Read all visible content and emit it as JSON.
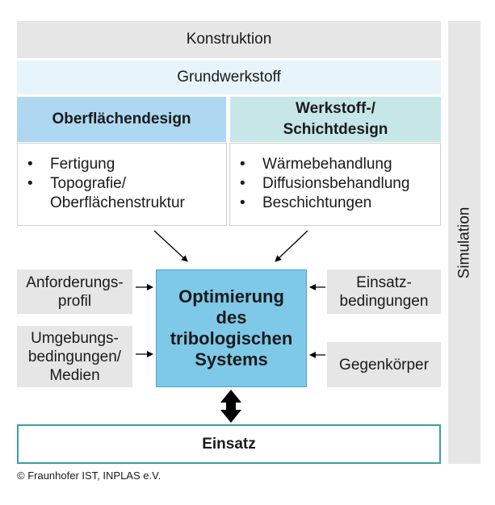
{
  "konstruktion": "Konstruktion",
  "grundwerkstoff": "Grundwerkstoff",
  "simulation": "Simulation",
  "oberflaechendesign": {
    "title": "Oberflächendesign",
    "items": [
      "Fertigung",
      "Topografie/",
      "Oberflächenstruktur"
    ]
  },
  "werkstoffdesign": {
    "title_line1": "Werkstoff-/",
    "title_line2": "Schichtdesign",
    "items": [
      "Wärmebehandlung",
      "Diffusionsbehandlung",
      "Beschichtungen"
    ]
  },
  "center": {
    "line1": "Optimierung",
    "line2": "des",
    "line3": "tribologischen",
    "line4": "Systems"
  },
  "anforderungsprofil": {
    "line1": "Anforderungs-",
    "line2": "profil"
  },
  "umgebungsbedingungen": {
    "line1": "Umgebungs-",
    "line2": "bedingungen/",
    "line3": "Medien"
  },
  "einsatzbedingungen": {
    "line1": "Einsatz-",
    "line2": "bedingungen"
  },
  "gegenkoerper": "Gegenkörper",
  "einsatz": "Einsatz",
  "copyright": "© Fraunhofer IST, INPLAS e.V.",
  "bullet": "•",
  "colors": {
    "center": "#7ec8e8",
    "ob_header": "#aed8f1",
    "ws_header": "#c6e6e8",
    "einsatz_border": "#3aa0a0",
    "gray": "#e6e6e6"
  }
}
